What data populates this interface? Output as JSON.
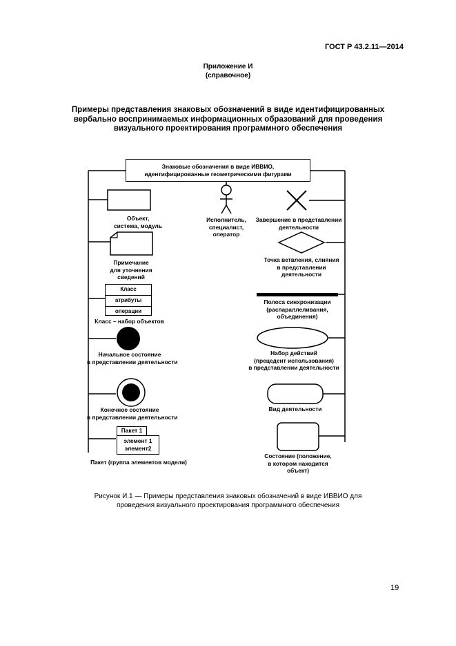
{
  "header": {
    "doc_id": "ГОСТ Р 43.2.11—2014"
  },
  "annex": {
    "title": "Приложение И",
    "subtitle": "(справочное)"
  },
  "heading": {
    "line1": "Примеры представления знаковых обозначений в виде идентифицированных",
    "line2": "вербально воспринимаемых информационных образований для проведения",
    "line3": "визуального проектирования программного обеспечения"
  },
  "diagram": {
    "top_box": {
      "line1": "Знаковые обозначения в виде ИВВИО,",
      "line2": "идентифицированные геометрическими фигурами"
    },
    "object": {
      "line1": "Объект,",
      "line2": "система, модуль"
    },
    "note": {
      "line1": "Примечание",
      "line2": "для уточнения",
      "line3": "сведений"
    },
    "class": {
      "name": "Класс",
      "attrs": "атрибуты",
      "ops": "операции",
      "label": "Класс – набор объектов"
    },
    "initial_state": {
      "line1": "Начальное состояние",
      "line2": "в представлении деятельности"
    },
    "final_state": {
      "line1": "Конечное состояние",
      "line2": "в представлении деятельности"
    },
    "package": {
      "name": "Пакет 1",
      "el1": "элемент 1",
      "el2": "элемент2",
      "label": "Пакет (группа элементов модели)"
    },
    "actor": {
      "line1": "Исполнитель,",
      "line2": "специалист,",
      "line3": "оператор"
    },
    "termination": {
      "line1": "Завершение в представлении",
      "line2": "деятельности"
    },
    "branch": {
      "line1": "Точка ветвления, слияния",
      "line2": "в представлении",
      "line3": "деятельности"
    },
    "sync_bar": {
      "line1": "Полоса синхронизации",
      "line2": "(распараллеливания,",
      "line3": "объединения)"
    },
    "action_set": {
      "line1": "Набор действий",
      "line2": "(прецедент использования)",
      "line3": "в представлении деятельности"
    },
    "activity": {
      "line1": "Вид деятельности"
    },
    "state": {
      "line1": "Состояние (положение,",
      "line2": "в котором находится",
      "line3": "объект)"
    }
  },
  "caption": {
    "line1": "Рисунок И.1 — Примеры представления знаковых обозначений в виде ИВВИО для",
    "line2": "проведения визуального проектирования программного обеспечения"
  },
  "page": {
    "number": "19"
  }
}
